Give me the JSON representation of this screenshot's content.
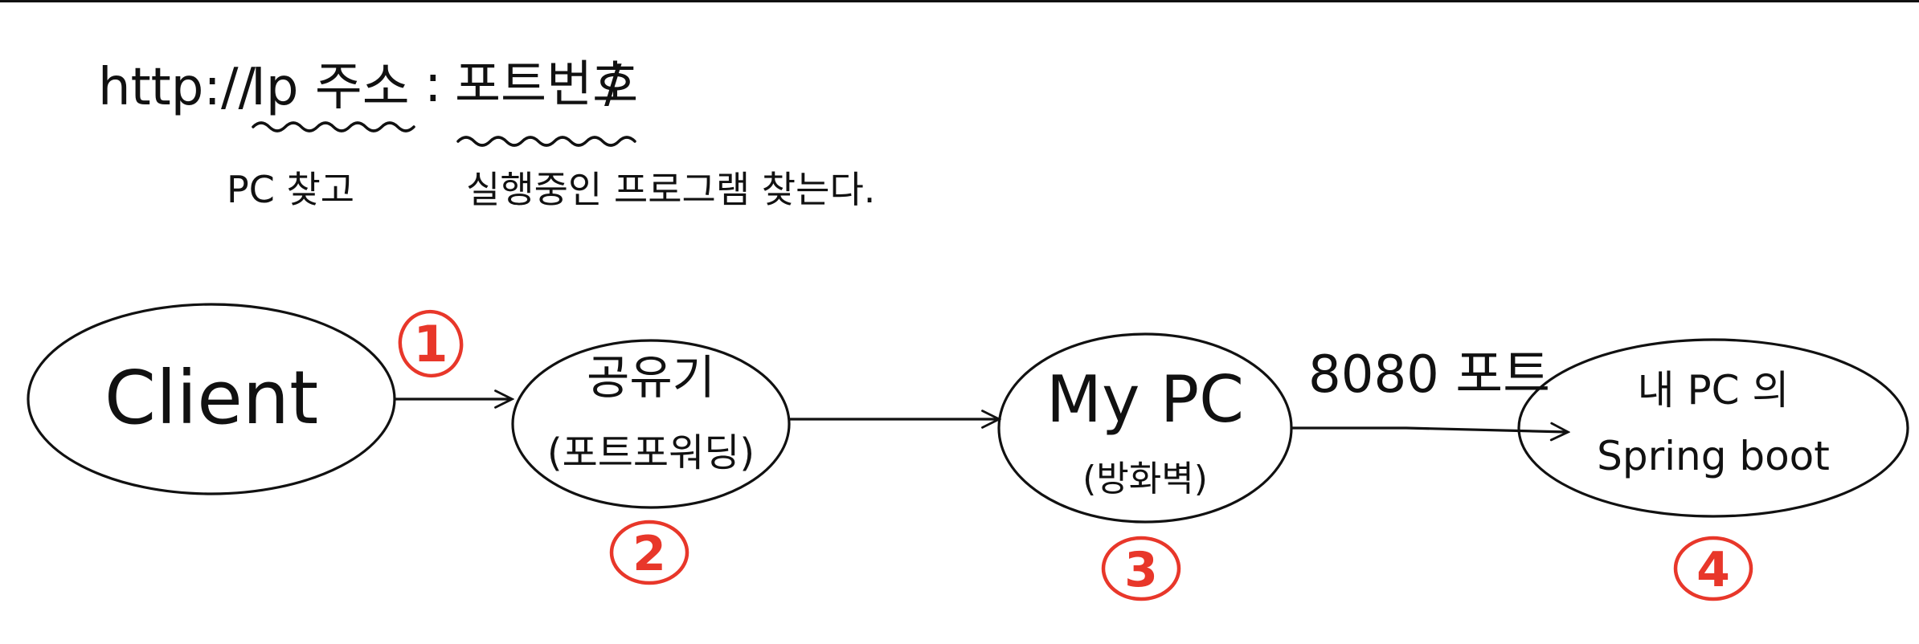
{
  "header": {
    "url_prefix": "http://",
    "ip_label": "Ip 주소",
    "separator": ":",
    "port_label": "포트번호",
    "trailing_slash": "/",
    "ip_note": "PC 찾고",
    "port_note": "실행중인 프로그램 찾는다."
  },
  "nodes": [
    {
      "id": "client",
      "lines": [
        "Client"
      ],
      "step": ""
    },
    {
      "id": "router",
      "lines": [
        "공유기",
        "(포트포워딩)"
      ],
      "step": "2"
    },
    {
      "id": "mypc",
      "lines": [
        "My PC",
        "(방화벽)"
      ],
      "step": "3"
    },
    {
      "id": "springboot",
      "lines": [
        "내 PC 의",
        "Spring boot"
      ],
      "step": "4"
    }
  ],
  "edges": [
    {
      "from": "client",
      "to": "router",
      "step": "1",
      "label": ""
    },
    {
      "from": "router",
      "to": "mypc",
      "step": "",
      "label": ""
    },
    {
      "from": "mypc",
      "to": "springboot",
      "step": "",
      "label": "8080 포트"
    }
  ],
  "colors": {
    "ink": "#111111",
    "marker": "#e8372a",
    "background": "#ffffff"
  }
}
